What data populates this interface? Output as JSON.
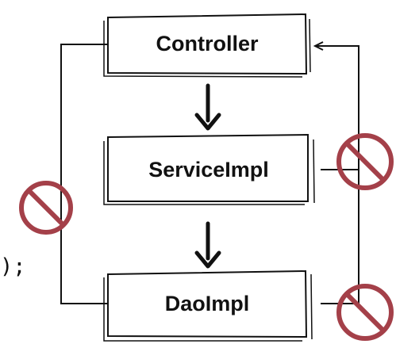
{
  "diagram": {
    "nodes": {
      "controller": {
        "label": "Controller"
      },
      "service": {
        "label": "ServiceImpl"
      },
      "dao": {
        "label": "DaoImpl"
      }
    },
    "code_fragment": ");",
    "colors": {
      "ink": "#111111",
      "box_fill": "#ffffff",
      "prohibited": "#a44049"
    },
    "allowed_flow": [
      "Controller",
      "ServiceImpl",
      "DaoImpl"
    ],
    "prohibited_links": [
      {
        "from": "Controller",
        "to": "DaoImpl",
        "icon": "prohibited-icon"
      },
      {
        "from": "ServiceImpl",
        "to": "Controller",
        "icon": "prohibited-icon"
      },
      {
        "from": "DaoImpl",
        "to": "Controller",
        "icon": "prohibited-icon"
      }
    ]
  }
}
